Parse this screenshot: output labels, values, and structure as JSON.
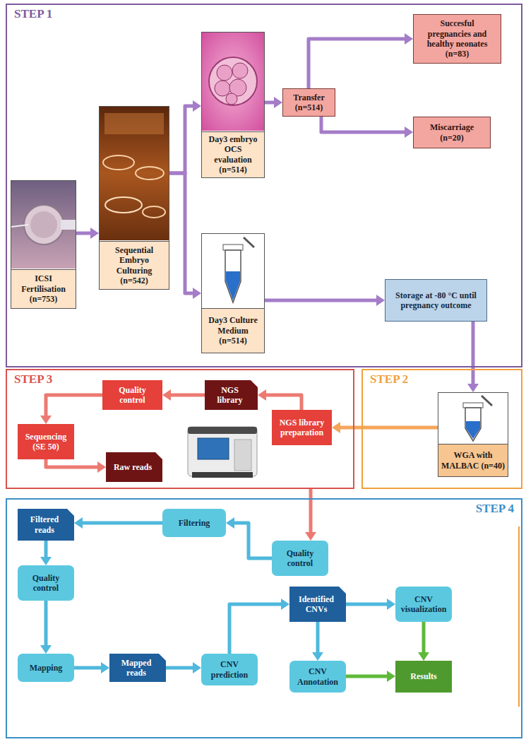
{
  "diagram": {
    "nodes": [
      {
        "text": [
          "STEP 1"
        ]
      },
      {
        "text": [
          "ICSI Fertilisation (n=753)"
        ],
        "in": 0
      },
      {
        "text": [
          "Sequential Embryo Culturing (n=542)"
        ],
        "in": 0
      },
      {
        "text": [
          "Day3 embryo OCS evaluation (n=514)"
        ],
        "in": 0
      },
      {
        "text": [
          "Transfer (n=514)"
        ],
        "in": 0
      },
      {
        "text": [
          "Succesful pregnancies and healthy neonates (n=83)"
        ],
        "in": 0
      },
      {
        "text": [
          "Miscarriage (n=20)"
        ],
        "in": 0
      },
      {
        "text": [
          "Day3 Culture Medium (n=514)"
        ],
        "in": 0
      },
      {
        "text": [
          "Storage at -80 °C until pregnancy outcome"
        ],
        "in": 0
      },
      {
        "text": [
          "STEP 2"
        ]
      },
      {
        "text": [
          "WGA with MALBAC (n=40)"
        ],
        "in": 9
      },
      {
        "text": [
          "STEP 3"
        ]
      },
      {
        "text": [
          "NGS library preparation"
        ],
        "in": 11
      },
      {
        "text": [
          "NGS library"
        ],
        "in": 11
      },
      {
        "text": [
          "Quality control"
        ],
        "in": 11
      },
      {
        "text": [
          "Sequencing (SE 50)"
        ],
        "in": 11
      },
      {
        "text": [
          "Raw reads"
        ],
        "in": 11
      },
      {
        "text": [
          "STEP 4"
        ]
      },
      {
        "text": [
          "Quality control"
        ],
        "in": 17
      },
      {
        "text": [
          "Filtering"
        ],
        "in": 17
      },
      {
        "text": [
          "Filtered reads"
        ],
        "in": 17
      },
      {
        "text": [
          "Quality control"
        ],
        "in": 17
      },
      {
        "text": [
          "Mapping"
        ],
        "in": 17
      },
      {
        "text": [
          "Mapped reads"
        ],
        "in": 17
      },
      {
        "text": [
          "CNV prediction"
        ],
        "in": 17
      },
      {
        "text": [
          "Identified CNVs"
        ],
        "in": 17
      },
      {
        "text": [
          "CNV visualization"
        ],
        "in": 17
      },
      {
        "text": [
          "CNV Annotation"
        ],
        "in": 17
      },
      {
        "text": [
          "Results"
        ],
        "in": 17
      }
    ],
    "edges": [
      {
        "from": 1,
        "to": 2,
        "arrow": "to"
      },
      {
        "from": 2,
        "to": 3,
        "arrow": "to"
      },
      {
        "from": 2,
        "to": 7,
        "arrow": "to"
      },
      {
        "from": 3,
        "to": 4,
        "arrow": "to"
      },
      {
        "from": 4,
        "to": 5,
        "arrow": "to"
      },
      {
        "from": 4,
        "to": 6,
        "arrow": "to"
      },
      {
        "from": 7,
        "to": 8,
        "arrow": "to"
      },
      {
        "from": 8,
        "to": 10,
        "arrow": "to"
      },
      {
        "from": 10,
        "to": 12,
        "arrow": "to"
      },
      {
        "from": 12,
        "to": 13,
        "arrow": "to"
      },
      {
        "from": 13,
        "to": 14,
        "arrow": "to"
      },
      {
        "from": 14,
        "to": 15,
        "arrow": "to"
      },
      {
        "from": 15,
        "to": 16,
        "arrow": "to"
      },
      {
        "from": 11,
        "to": 18,
        "arrow": "to"
      },
      {
        "from": 18,
        "to": 19,
        "arrow": "to"
      },
      {
        "from": 19,
        "to": 20,
        "arrow": "to"
      },
      {
        "from": 20,
        "to": 21,
        "arrow": "to"
      },
      {
        "from": 21,
        "to": 22,
        "arrow": "to"
      },
      {
        "from": 22,
        "to": 23,
        "arrow": "to"
      },
      {
        "from": 23,
        "to": 24,
        "arrow": "to"
      },
      {
        "from": 24,
        "to": 25,
        "arrow": "to"
      },
      {
        "from": 25,
        "to": 26,
        "arrow": "to"
      },
      {
        "from": 25,
        "to": 27,
        "arrow": "to"
      },
      {
        "from": 26,
        "to": 28,
        "arrow": "to"
      },
      {
        "from": 27,
        "to": 28,
        "arrow": "to"
      }
    ]
  }
}
